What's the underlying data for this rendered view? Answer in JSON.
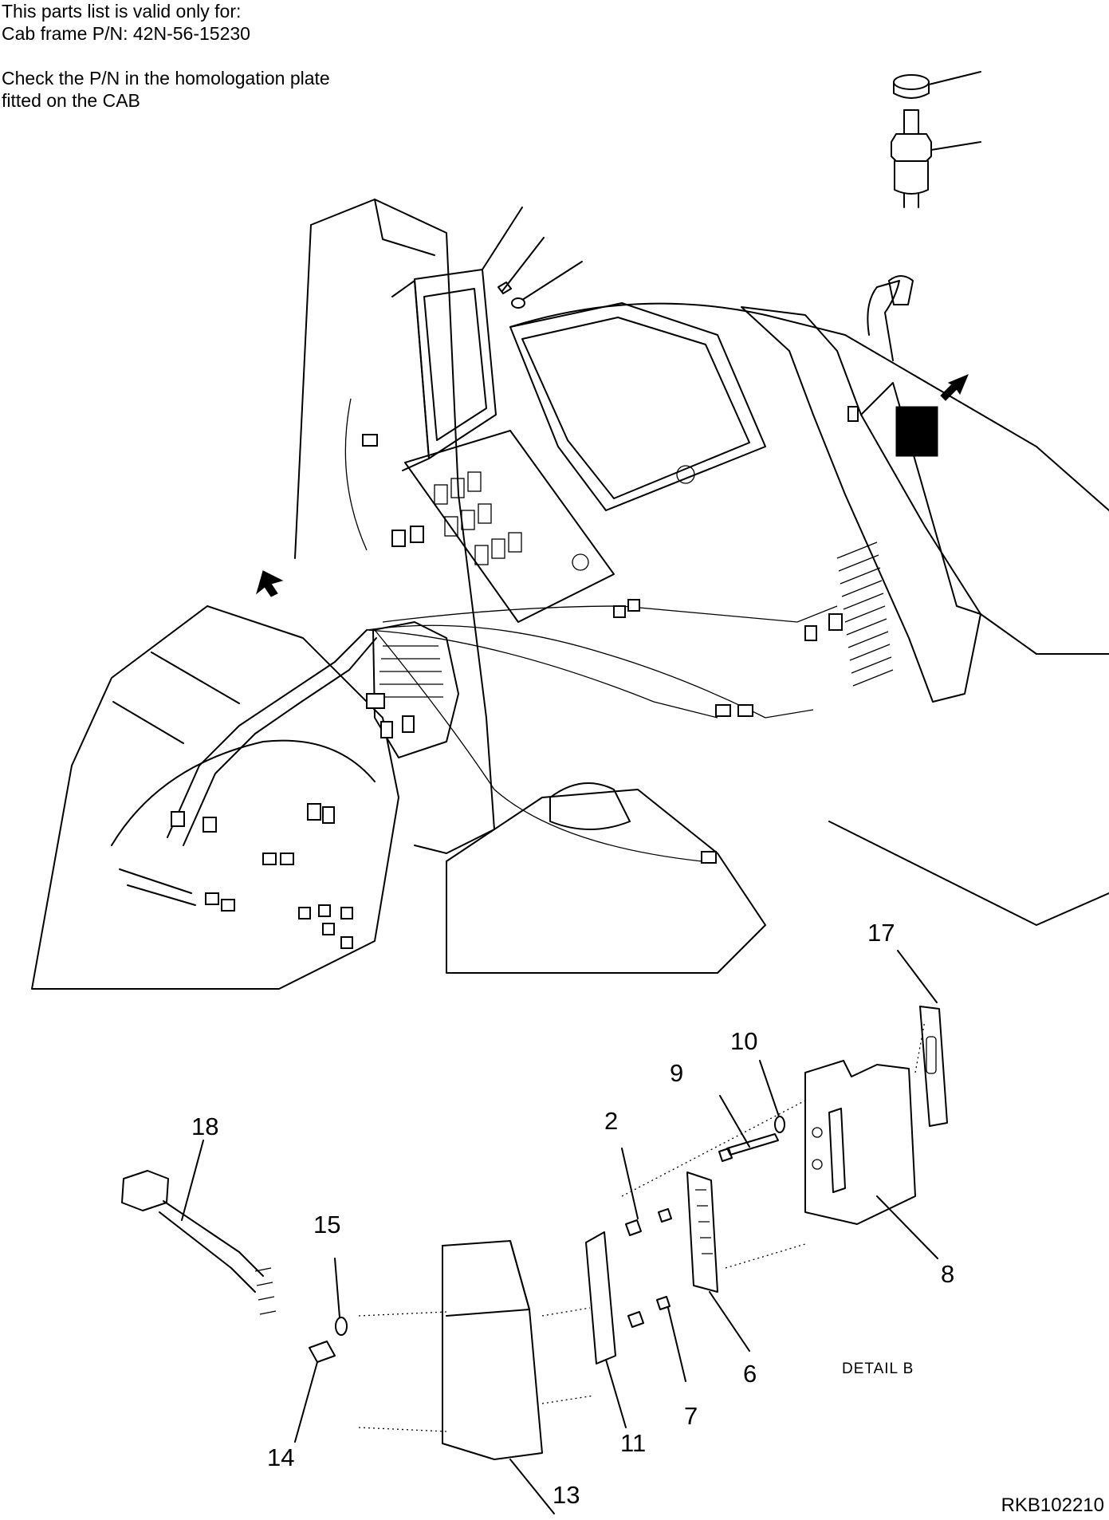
{
  "header": {
    "validity_line_1": "This parts list is valid only for:",
    "validity_line_2": "Cab frame P/N: 42N-56-15230",
    "check_line_1": "Check the P/N in the homologation plate",
    "check_line_2": "fitted on the CAB"
  },
  "callouts": {
    "n2": "2",
    "n6": "6",
    "n7": "7",
    "n8": "8",
    "n9": "9",
    "n10": "10",
    "n11": "11",
    "n13": "13",
    "n14": "14",
    "n15": "15",
    "n17": "17",
    "n18": "18"
  },
  "detail_label": "DETAIL B",
  "drawing_code": "RKB102210"
}
